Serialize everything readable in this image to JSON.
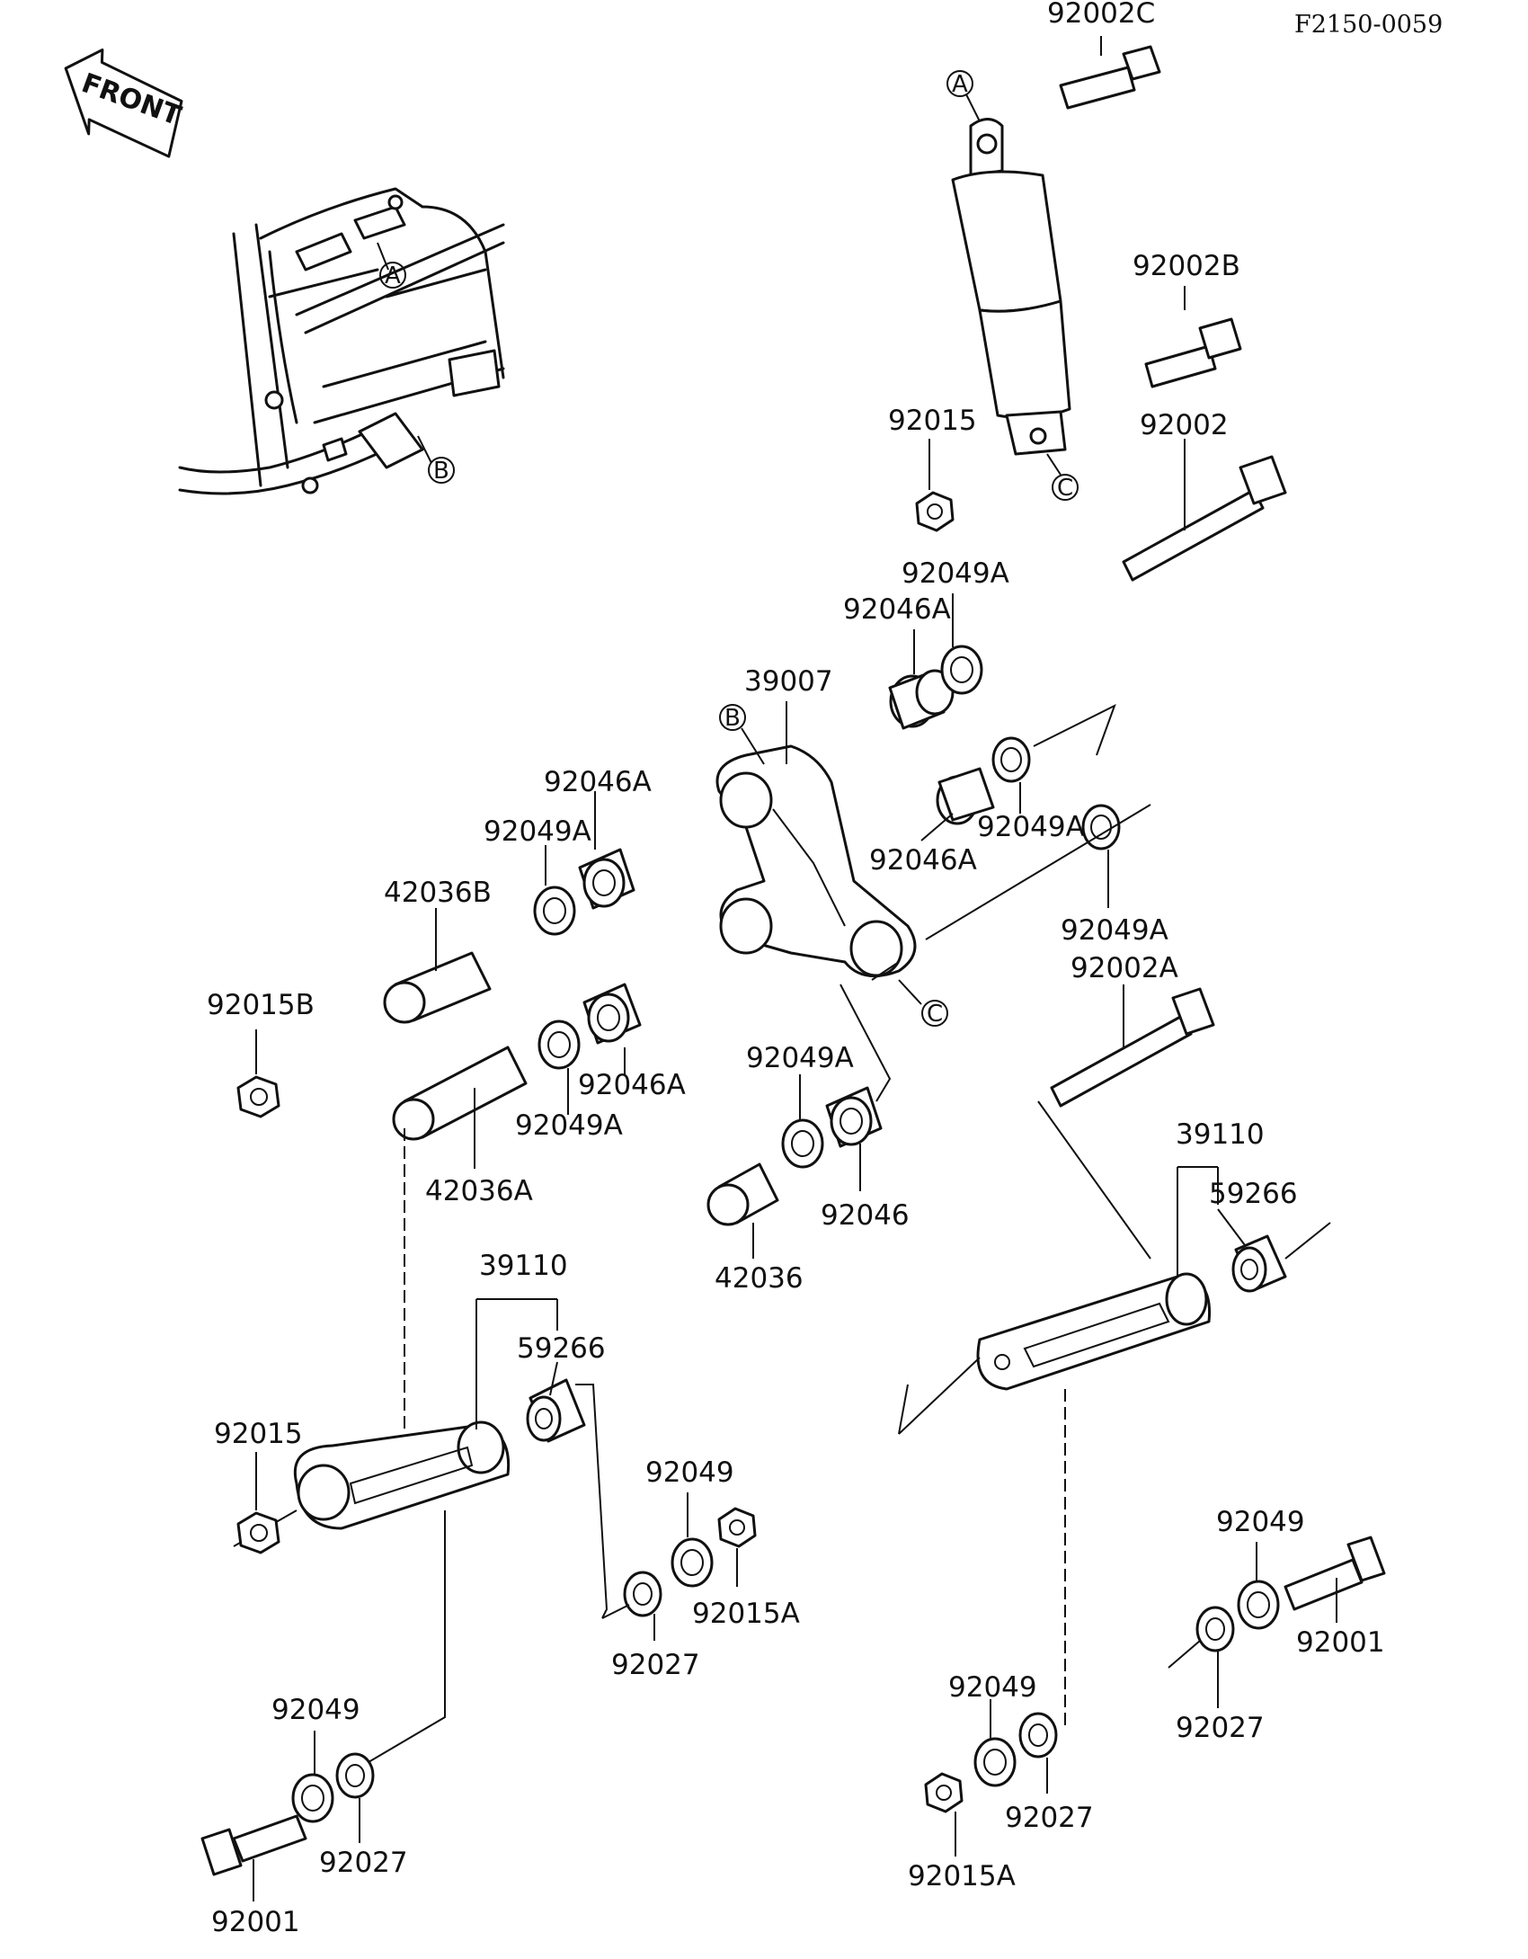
{
  "ref_code": "F2150-0059",
  "front_label": "FRONT",
  "callouts": {
    "a": "A",
    "b": "B",
    "c": "C"
  },
  "parts": {
    "p92002C": "92002C",
    "p92002B": "92002B",
    "p92015_top": "92015",
    "p92002": "92002",
    "p92049A_1": "92049A",
    "p92046A_1": "92046A",
    "p39007": "39007",
    "p92046A_2": "92046A",
    "p92049A_2": "92049A",
    "p92046A_3": "92046A",
    "p92049A_3": "92049A",
    "p42036B": "42036B",
    "p92049A_4": "92049A",
    "p92002A": "92002A",
    "p92015B": "92015B",
    "p92046A_4": "92046A",
    "p92049A_5": "92049A",
    "p92049A_6": "92049A",
    "p42036A": "42036A",
    "p92046": "92046",
    "p39110_right": "39110",
    "p59266_right": "59266",
    "p42036": "42036",
    "p39110_left": "39110",
    "p59266_left": "59266",
    "p92015_left": "92015",
    "p92049_mid": "92049",
    "p92015A_mid": "92015A",
    "p92027_mid": "92027",
    "p92049_right": "92049",
    "p92001_right": "92001",
    "p92027_right": "92027",
    "p92049_rlow": "92049",
    "p92027_rlow": "92027",
    "p92015A_rlow": "92015A",
    "p92049_left": "92049",
    "p92027_left": "92027",
    "p92001_left": "92001"
  }
}
